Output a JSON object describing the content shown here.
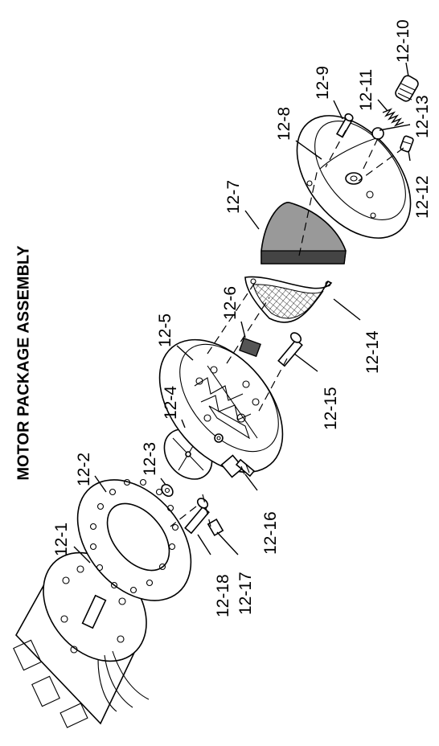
{
  "title": "MOTOR PACKAGE ASSEMBLY",
  "callouts": [
    {
      "id": "12-1",
      "label": "12-1"
    },
    {
      "id": "12-2",
      "label": "12-2"
    },
    {
      "id": "12-3",
      "label": "12-3"
    },
    {
      "id": "12-4",
      "label": "12-4"
    },
    {
      "id": "12-5",
      "label": "12-5"
    },
    {
      "id": "12-6",
      "label": "12-6"
    },
    {
      "id": "12-7",
      "label": "12-7"
    },
    {
      "id": "12-8",
      "label": "12-8"
    },
    {
      "id": "12-9",
      "label": "12-9"
    },
    {
      "id": "12-10",
      "label": "12-10"
    },
    {
      "id": "12-11",
      "label": "12-11"
    },
    {
      "id": "12-12",
      "label": "12-12"
    },
    {
      "id": "12-13",
      "label": "12-13"
    },
    {
      "id": "12-14",
      "label": "12-14"
    },
    {
      "id": "12-15",
      "label": "12-15"
    },
    {
      "id": "12-16",
      "label": "12-16"
    },
    {
      "id": "12-17",
      "label": "12-17"
    },
    {
      "id": "12-18",
      "label": "12-18"
    }
  ]
}
